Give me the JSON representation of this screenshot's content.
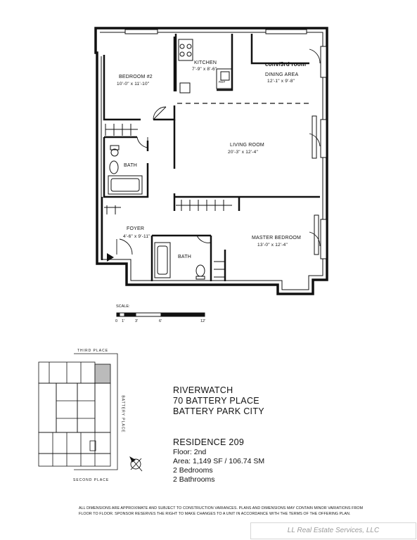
{
  "rooms": {
    "bedroom2": {
      "name": "BEDROOM #2",
      "dim": "10'-0\" x 11'-10\""
    },
    "kitchen": {
      "name": "KITCHEN",
      "dim": "7'-9\" x 8'-6\""
    },
    "dining": {
      "name": "DINING AREA",
      "dim": "12'-1\" x 9'-8\"",
      "conv": "conv/3rd room"
    },
    "living": {
      "name": "LIVING ROOM",
      "dim": "20'-3\" x 12'-4\""
    },
    "bath_top": {
      "name": "BATH"
    },
    "foyer": {
      "name": "FOYER",
      "dim": "4'-6\" x 9'-11\""
    },
    "bath_bottom": {
      "name": "BATH"
    },
    "master": {
      "name": "MASTER BEDROOM",
      "dim": "13'-0\" x 12'-4\""
    },
    "ref": "REF"
  },
  "scale": {
    "title": "SCALE:",
    "ticks": [
      "0",
      "1'",
      "3'",
      "6'",
      "12'"
    ]
  },
  "keyplan": {
    "third_place": "THIRD PLACE",
    "second_place": "SECOND PLACE",
    "battery_place": "BATTERY PLACE"
  },
  "building": {
    "name": "RIVERWATCH",
    "address": "70 BATTERY PLACE",
    "district": "BATTERY PARK CITY"
  },
  "residence": {
    "title": "RESIDENCE 209",
    "floor": "Floor:  2nd",
    "area": "Area: 1,149 SF / 106.74 SM",
    "bedrooms": "2 Bedrooms",
    "bathrooms": "2 Bathrooms"
  },
  "disclaimer": "ALL DIMENSIONS ARE APPROXIMATE AND SUBJECT TO CONSTRUCTION VARIANCES.  PLANS AND DIMENSIONS MAY CONTAIN MINOR VARIATIONS FROM FLOOR TO FLOOR.  SPONSOR RESERVES THE RIGHT TO MAKE CHANGES TO A UNIT IN ACCORDANCE  WITH THE TERMS OF THE OFFERING PLAN.",
  "watermark": "LL Real Estate Services, LLC"
}
